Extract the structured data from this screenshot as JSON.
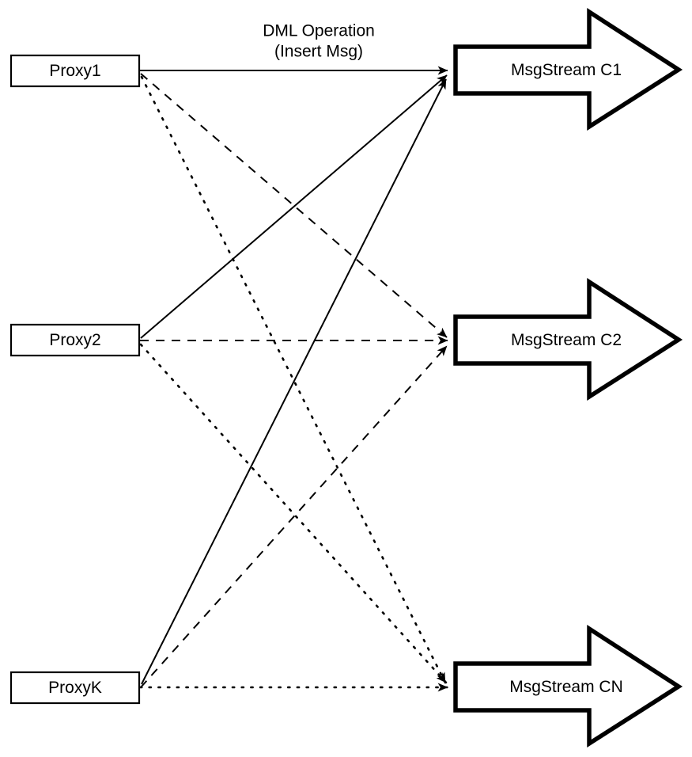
{
  "diagram": {
    "title_annotation": {
      "line1": "DML Operation",
      "line2": "(Insert Msg)"
    },
    "producers": [
      {
        "id": "proxy1",
        "label": "Proxy1"
      },
      {
        "id": "proxy2",
        "label": "Proxy2"
      },
      {
        "id": "proxyk",
        "label": "ProxyK"
      }
    ],
    "streams": [
      {
        "id": "msgstream-c1",
        "label": "MsgStream C1"
      },
      {
        "id": "msgstream-c2",
        "label": "MsgStream C2"
      },
      {
        "id": "msgstream-cn",
        "label": "MsgStream CN"
      }
    ],
    "edges": [
      {
        "from": "proxy1",
        "to": "msgstream-c1",
        "style": "solid"
      },
      {
        "from": "proxy1",
        "to": "msgstream-c2",
        "style": "dashed"
      },
      {
        "from": "proxy1",
        "to": "msgstream-cn",
        "style": "dotted"
      },
      {
        "from": "proxy2",
        "to": "msgstream-c1",
        "style": "solid"
      },
      {
        "from": "proxy2",
        "to": "msgstream-c2",
        "style": "dashed"
      },
      {
        "from": "proxy2",
        "to": "msgstream-cn",
        "style": "dotted"
      },
      {
        "from": "proxyk",
        "to": "msgstream-c1",
        "style": "solid"
      },
      {
        "from": "proxyk",
        "to": "msgstream-c2",
        "style": "dashed"
      },
      {
        "from": "proxyk",
        "to": "msgstream-cn",
        "style": "dotted"
      }
    ],
    "colors": {
      "stroke": "#000000",
      "background": "#ffffff",
      "fill": "#ffffff"
    }
  }
}
